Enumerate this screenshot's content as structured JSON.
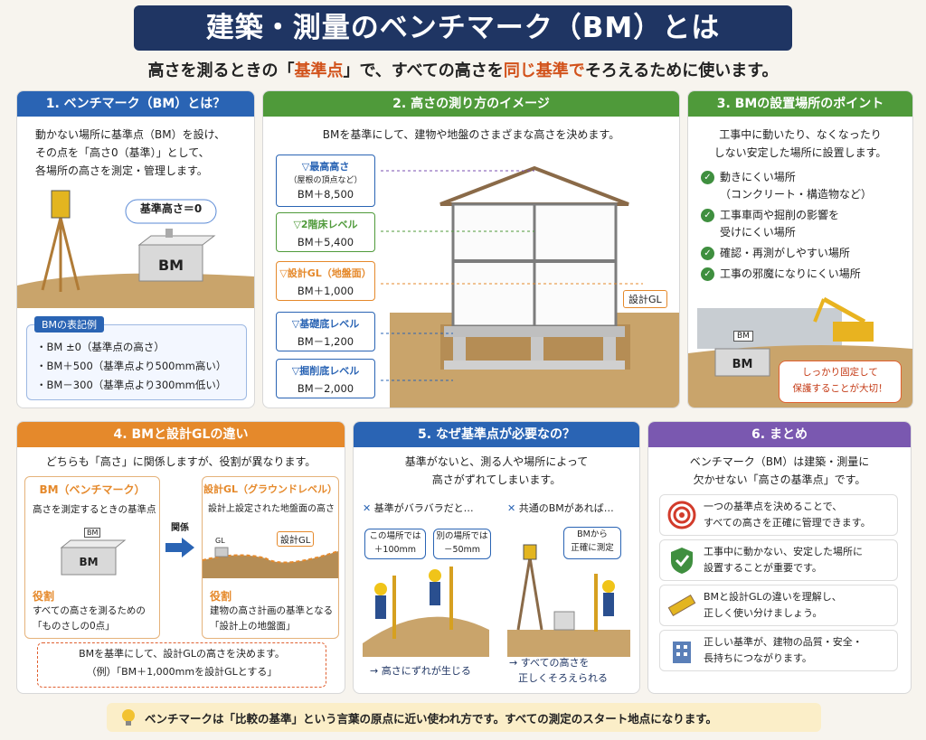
{
  "title": "建築・測量のベンチマーク（BM）とは",
  "subtitle": {
    "a": "高さを測るときの「",
    "b": "基準点",
    "c": "」で、すべての高さを",
    "d": "同じ基準で",
    "e": "そろえるために使います。"
  },
  "p1": {
    "head": "1. ベンチマーク（BM）とは？",
    "lines": [
      "動かない場所に基準点（BM）を設け、",
      "その点を「高さ0（基準）」として、",
      "各場所の高さを測定・管理します。"
    ],
    "bubble": "基準高さ＝0",
    "bm": "BM",
    "notation_title": "BMの表記例",
    "notation": [
      "・BM ±0（基準点の高さ）",
      "・BM＋500（基準点より500mm高い）",
      "・BM－300（基準点より300mm低い）"
    ]
  },
  "p2": {
    "head": "2. 高さの測り方のイメージ",
    "lead": "BMを基準にして、建物や地盤のさまざまな高さを決めます。",
    "levels": [
      {
        "label": "▽最高高さ",
        "sub": "（屋根の頂点など）",
        "value": "BM＋8,500"
      },
      {
        "label": "▽2階床レベル",
        "sub": "",
        "value": "BM＋5,400"
      },
      {
        "label": "▽設計GL（地盤面）",
        "sub": "",
        "value": "BM＋1,000"
      },
      {
        "label": "▽基礎底レベル",
        "sub": "",
        "value": "BM－1,200"
      },
      {
        "label": "▽掘削底レベル",
        "sub": "",
        "value": "BM－2,000"
      }
    ],
    "gl_tag": "設計GL"
  },
  "p3": {
    "head": "3. BMの設置場所のポイント",
    "lead": [
      "工事中に動いたり、なくなったり",
      "しない安定した場所に設置します。"
    ],
    "points": [
      [
        "動きにくい場所",
        "（コンクリート・構造物など）"
      ],
      [
        "工事車両や掘削の影響を",
        "受けにくい場所"
      ],
      [
        "確認・再測がしやすい場所"
      ],
      [
        "工事の邪魔になりにくい場所"
      ]
    ],
    "bm": "BM",
    "note": [
      "しっかり固定して",
      "保護することが大切！"
    ]
  },
  "p4": {
    "head": "4. BMと設計GLの違い",
    "lead": "どちらも「高さ」に関係しますが、役割が異なります。",
    "left": {
      "title": "BM（ベンチマーク）",
      "desc": "高さを測定するときの基準点",
      "bm": "BM",
      "role": "役割",
      "role_lines": [
        "すべての高さを測るための",
        "「ものさしの0点」"
      ]
    },
    "arrow": "関係",
    "right": {
      "title": "設計GL（グラウンドレベル）",
      "desc": "設計上設定された地盤面の高さ",
      "tag": "設計GL",
      "gl": "GL",
      "role": "役割",
      "role_lines": [
        "建物の高さ計画の基準となる",
        "「設計上の地盤面」"
      ]
    },
    "foot": [
      "BMを基準にして、設計GLの高さを決めます。",
      "（例）「BM＋1,000mmを設計GLとする」"
    ]
  },
  "p5": {
    "head": "5. なぜ基準点が必要なの？",
    "lead": [
      "基準がないと、測る人や場所によって",
      "高さがずれてしまいます。"
    ],
    "bad_title": "基準がバラバラだと…",
    "good_title": "共通のBMがあれば…",
    "b1": [
      "この場所では",
      "＋100mm"
    ],
    "b2": [
      "別の場所では",
      "－50mm"
    ],
    "b3": [
      "BMから",
      "正確に測定"
    ],
    "bad_res": "→ 高さにずれが生じる",
    "good_res": [
      "→ すべての高さを",
      "正しくそろえられる"
    ]
  },
  "p6": {
    "head": "6. まとめ",
    "lead": [
      "ベンチマーク（BM）は建築・測量に",
      "欠かせない「高さの基準点」です。"
    ],
    "rows": [
      [
        "一つの基準点を決めることで、",
        "すべての高さを正確に管理できます。"
      ],
      [
        "工事中に動かない、安定した場所に",
        "設置することが重要です。"
      ],
      [
        "BMと設計GLの違いを理解し、",
        "正しく使い分けましょう。"
      ],
      [
        "正しい基準が、建物の品質・安全・",
        "長持ちにつながります。"
      ]
    ]
  },
  "footer": "ベンチマークは「比較の基準」という言葉の原点に近い使われ方です。すべての測定のスタート地点になります。"
}
